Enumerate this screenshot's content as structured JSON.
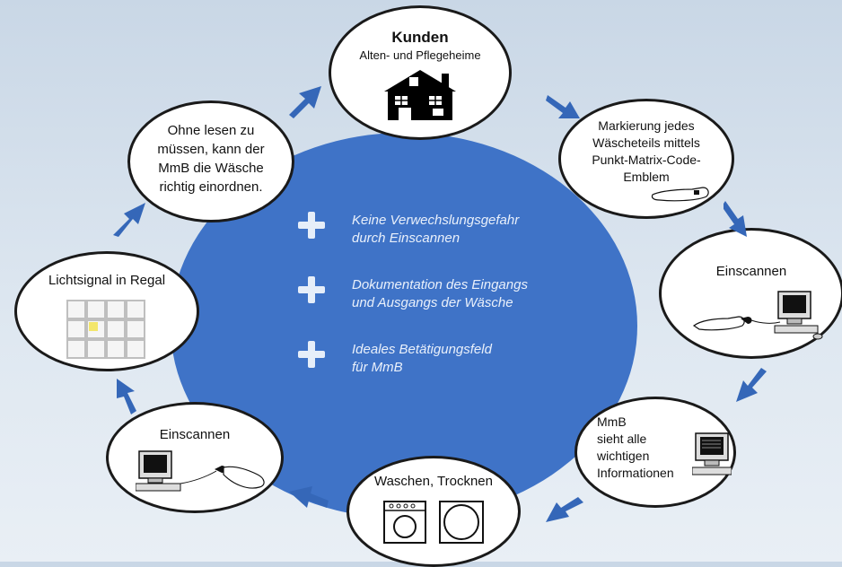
{
  "center": {
    "benefits": [
      {
        "text": "Keine Verwechslungsgefahr\ndurch Einscannen"
      },
      {
        "text": "Dokumentation des Eingangs\nund Ausgangs der Wäsche"
      },
      {
        "text": "Ideales Betätigungsfeld\nfür MmB"
      }
    ]
  },
  "nodes": {
    "kunden": {
      "title": "Kunden",
      "subtitle": "Alten- und Pflegeheime"
    },
    "markierung": {
      "text": "Markierung jedes\nWäscheteils mittels\nPunkt-Matrix-Code-\nEmblem"
    },
    "einscannen_right": {
      "text": "Einscannen"
    },
    "mmb_info": {
      "text": "MmB\nsieht alle\nwichtigen\nInformationen"
    },
    "waschen": {
      "text": "Waschen, Trocknen"
    },
    "einscannen_left": {
      "text": "Einscannen"
    },
    "lichtsignal": {
      "text": "Lichtsignal in Regal"
    },
    "ohne_lesen": {
      "text": "Ohne lesen zu\nmüssen, kann der\nMmB die Wäsche\nrichtig einordnen."
    }
  },
  "colors": {
    "center": "#3f73c7",
    "arrow": "#3567b8",
    "highlight": "#f3e66b"
  }
}
